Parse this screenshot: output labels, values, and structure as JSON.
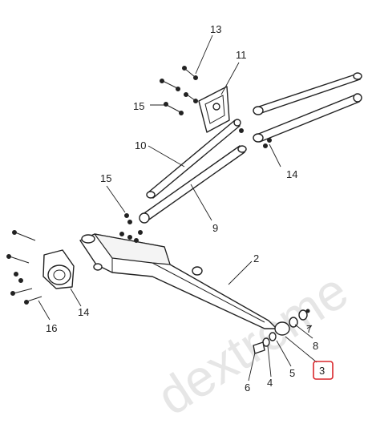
{
  "watermark": "dextreme",
  "highlight_color": "#d9262b",
  "callouts": [
    {
      "id": "label-2",
      "text": "2"
    },
    {
      "id": "label-3",
      "text": "3"
    },
    {
      "id": "label-4",
      "text": "4"
    },
    {
      "id": "label-5",
      "text": "5"
    },
    {
      "id": "label-6",
      "text": "6"
    },
    {
      "id": "label-7",
      "text": "7"
    },
    {
      "id": "label-8",
      "text": "8"
    },
    {
      "id": "label-9",
      "text": "9"
    },
    {
      "id": "label-10",
      "text": "10"
    },
    {
      "id": "label-11",
      "text": "11"
    },
    {
      "id": "label-13",
      "text": "13"
    },
    {
      "id": "label-14a",
      "text": "14"
    },
    {
      "id": "label-14b",
      "text": "14"
    },
    {
      "id": "label-15a",
      "text": "15"
    },
    {
      "id": "label-15b",
      "text": "15"
    },
    {
      "id": "label-16",
      "text": "16"
    }
  ]
}
